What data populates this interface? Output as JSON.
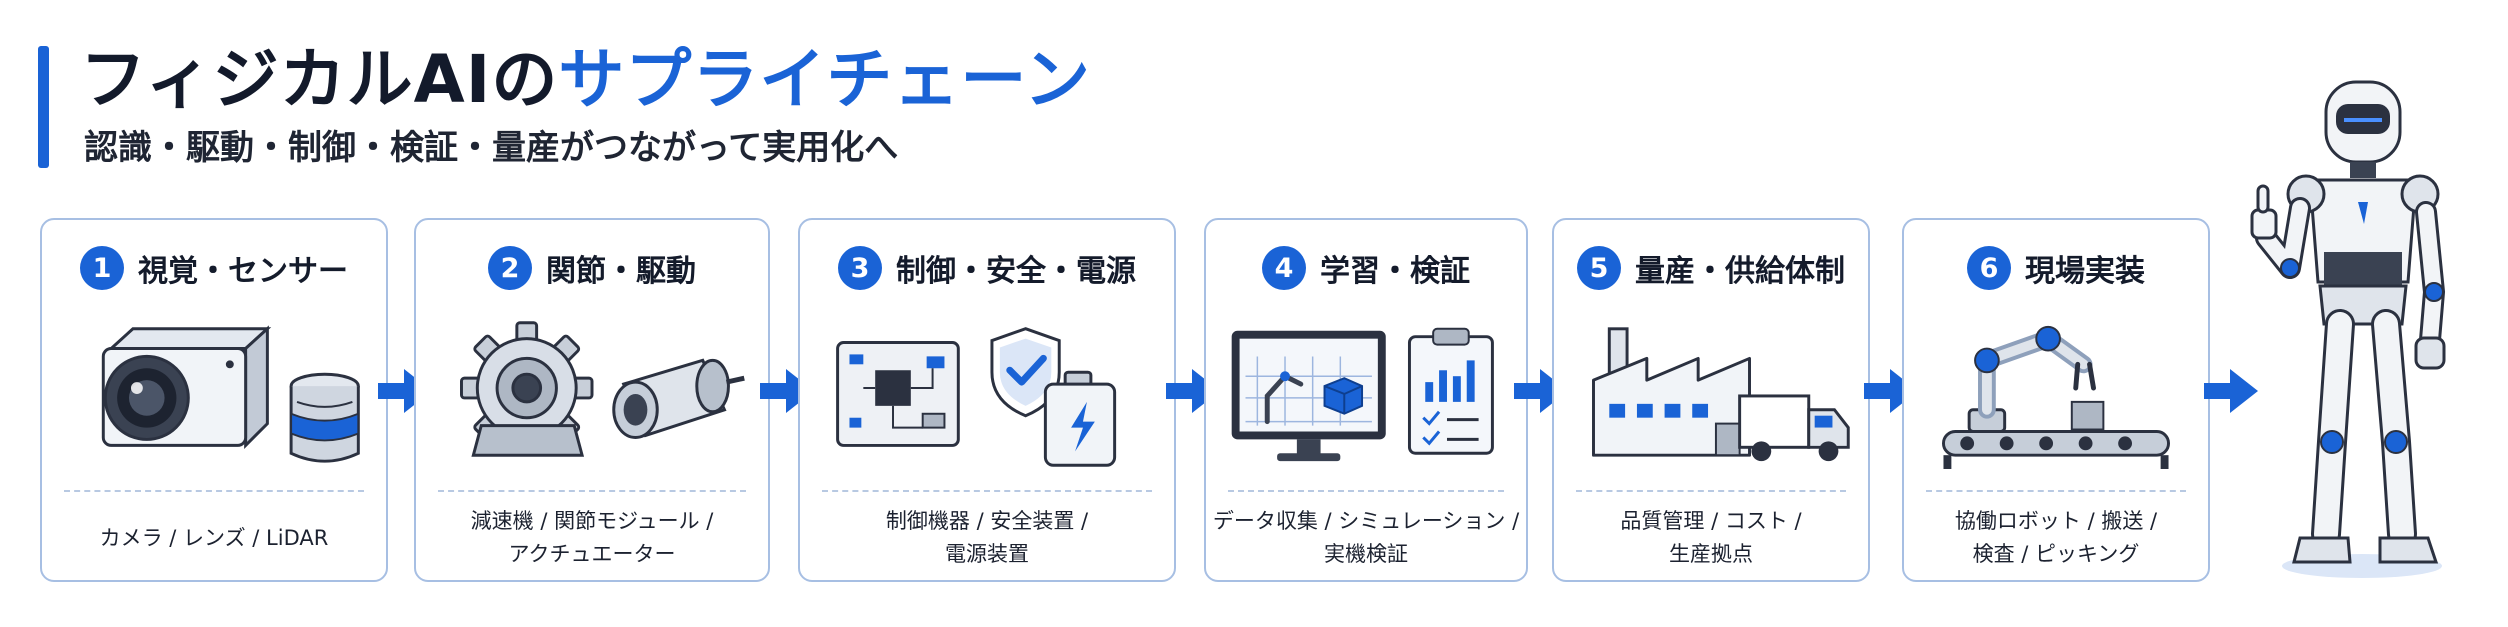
{
  "header": {
    "title_main": "フィジカルAIの",
    "title_accent": "サプライチェーン",
    "subtitle": "認識・駆動・制御・検証・量産がつながって実用化へ"
  },
  "colors": {
    "accent": "#1a63d6",
    "card_border": "#a7bfe3",
    "text": "#1c2230"
  },
  "stages": [
    {
      "number": "1",
      "title": "視覚・センサー",
      "desc_lines": [
        "カメラ / レンズ / LiDAR"
      ],
      "icons": [
        "camera-icon",
        "lidar-icon"
      ]
    },
    {
      "number": "2",
      "title": "関節・駆動",
      "desc_lines": [
        "減速機 / 関節モジュール /",
        "アクチュエーター"
      ],
      "icons": [
        "gear-icon",
        "motor-icon"
      ]
    },
    {
      "number": "3",
      "title": "制御・安全・電源",
      "desc_lines": [
        "制御機器 / 安全装置 /",
        "電源装置"
      ],
      "icons": [
        "circuit-board-icon",
        "shield-check-icon",
        "battery-icon"
      ]
    },
    {
      "number": "4",
      "title": "学習・検証",
      "desc_lines": [
        "データ収集 / シミュレーション /",
        "実機検証"
      ],
      "icons": [
        "monitor-simulation-icon",
        "clipboard-chart-icon"
      ]
    },
    {
      "number": "5",
      "title": "量産・供給体制",
      "desc_lines": [
        "品質管理 / コスト /",
        "生産拠点"
      ],
      "icons": [
        "factory-icon",
        "truck-icon"
      ]
    },
    {
      "number": "6",
      "title": "現場実装",
      "desc_lines": [
        "協働ロボット / 搬送 /",
        "検査 / ピッキング"
      ],
      "icons": [
        "robot-arm-icon",
        "conveyor-icon"
      ]
    }
  ],
  "end_image": "humanoid-robot-thumbs-up-icon"
}
